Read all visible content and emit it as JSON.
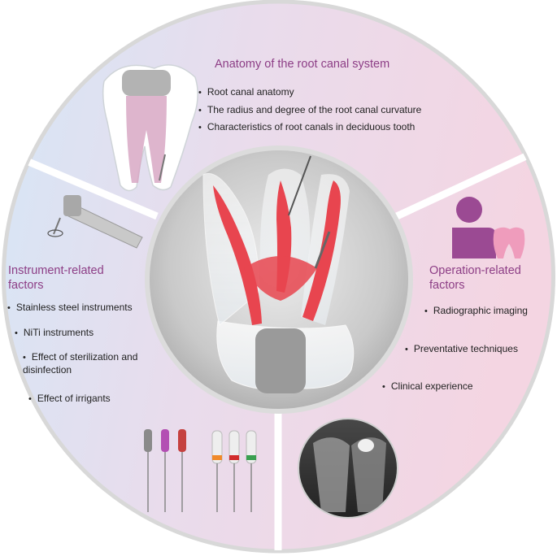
{
  "sections": {
    "anatomy": {
      "heading": "Anatomy of the root canal system",
      "items": [
        "Root canal anatomy",
        "The radius and degree of the root canal curvature",
        "Characteristics of root canals in deciduous tooth"
      ]
    },
    "instrument": {
      "heading_line1": "Instrument-related",
      "heading_line2": "factors",
      "items": [
        "Stainless steel instruments",
        "NiTi instruments",
        "Effect of sterilization and disinfection",
        "Effect of irrigants"
      ]
    },
    "operation": {
      "heading_line1": "Operation-related",
      "heading_line2": "factors",
      "items": [
        "Radiographic imaging",
        "Preventative techniques",
        "Clinical experience"
      ]
    }
  },
  "icons": {
    "anatomy": "tooth-cross-section-icon",
    "instrument": "dental-handpiece-icon",
    "operation": "dentist-patient-icon",
    "files_left": "stainless-steel-files-icon",
    "files_right": "niti-files-icon",
    "xray": "radiograph-icon",
    "center": "fractured-file-tooth-icon"
  },
  "colors": {
    "heading": "#8d3e86",
    "canal_red": "#e8454f",
    "blue_tint": "#dbe8f6",
    "pink_tint": "#f4dbe6",
    "divider": "#d9d9d9",
    "person": "#9b4a93",
    "tooth_pink": "#ef9cbc"
  }
}
